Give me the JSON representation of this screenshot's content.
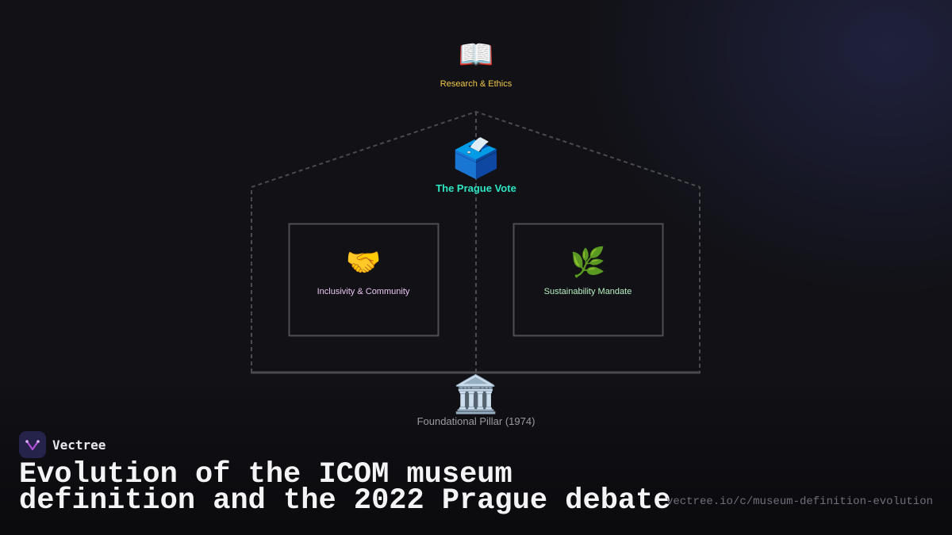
{
  "diagram": {
    "nodes": {
      "research": {
        "icon": "open-book-icon",
        "emoji": "📖",
        "label": "Research & Ethics",
        "color": "#f2c94c"
      },
      "prague": {
        "icon": "ballot-box-icon",
        "emoji": "🗳️",
        "label": "The Prague Vote",
        "color": "#2ee6c4"
      },
      "inclusivity": {
        "icon": "handshake-icon",
        "emoji": "🤝",
        "label": "Inclusivity & Community",
        "color": "#e8c6f0"
      },
      "sustainability": {
        "icon": "herb-leaf-icon",
        "emoji": "🌿",
        "label": "Sustainability Mandate",
        "color": "#b6efc2"
      },
      "foundation": {
        "icon": "classical-building-icon",
        "emoji": "🏛️",
        "label": "Foundational Pillar (1974)",
        "color": "#9a9aa2"
      }
    }
  },
  "brand": {
    "name": "Vectree",
    "logo_icon": "vectree-logo-icon",
    "logo_bg": "#26234a",
    "accent": "#b14fd8"
  },
  "title": "Evolution of the ICOM museum definition and the 2022 Prague debate",
  "source_url": "vectree.io/c/museum-definition-evolution"
}
